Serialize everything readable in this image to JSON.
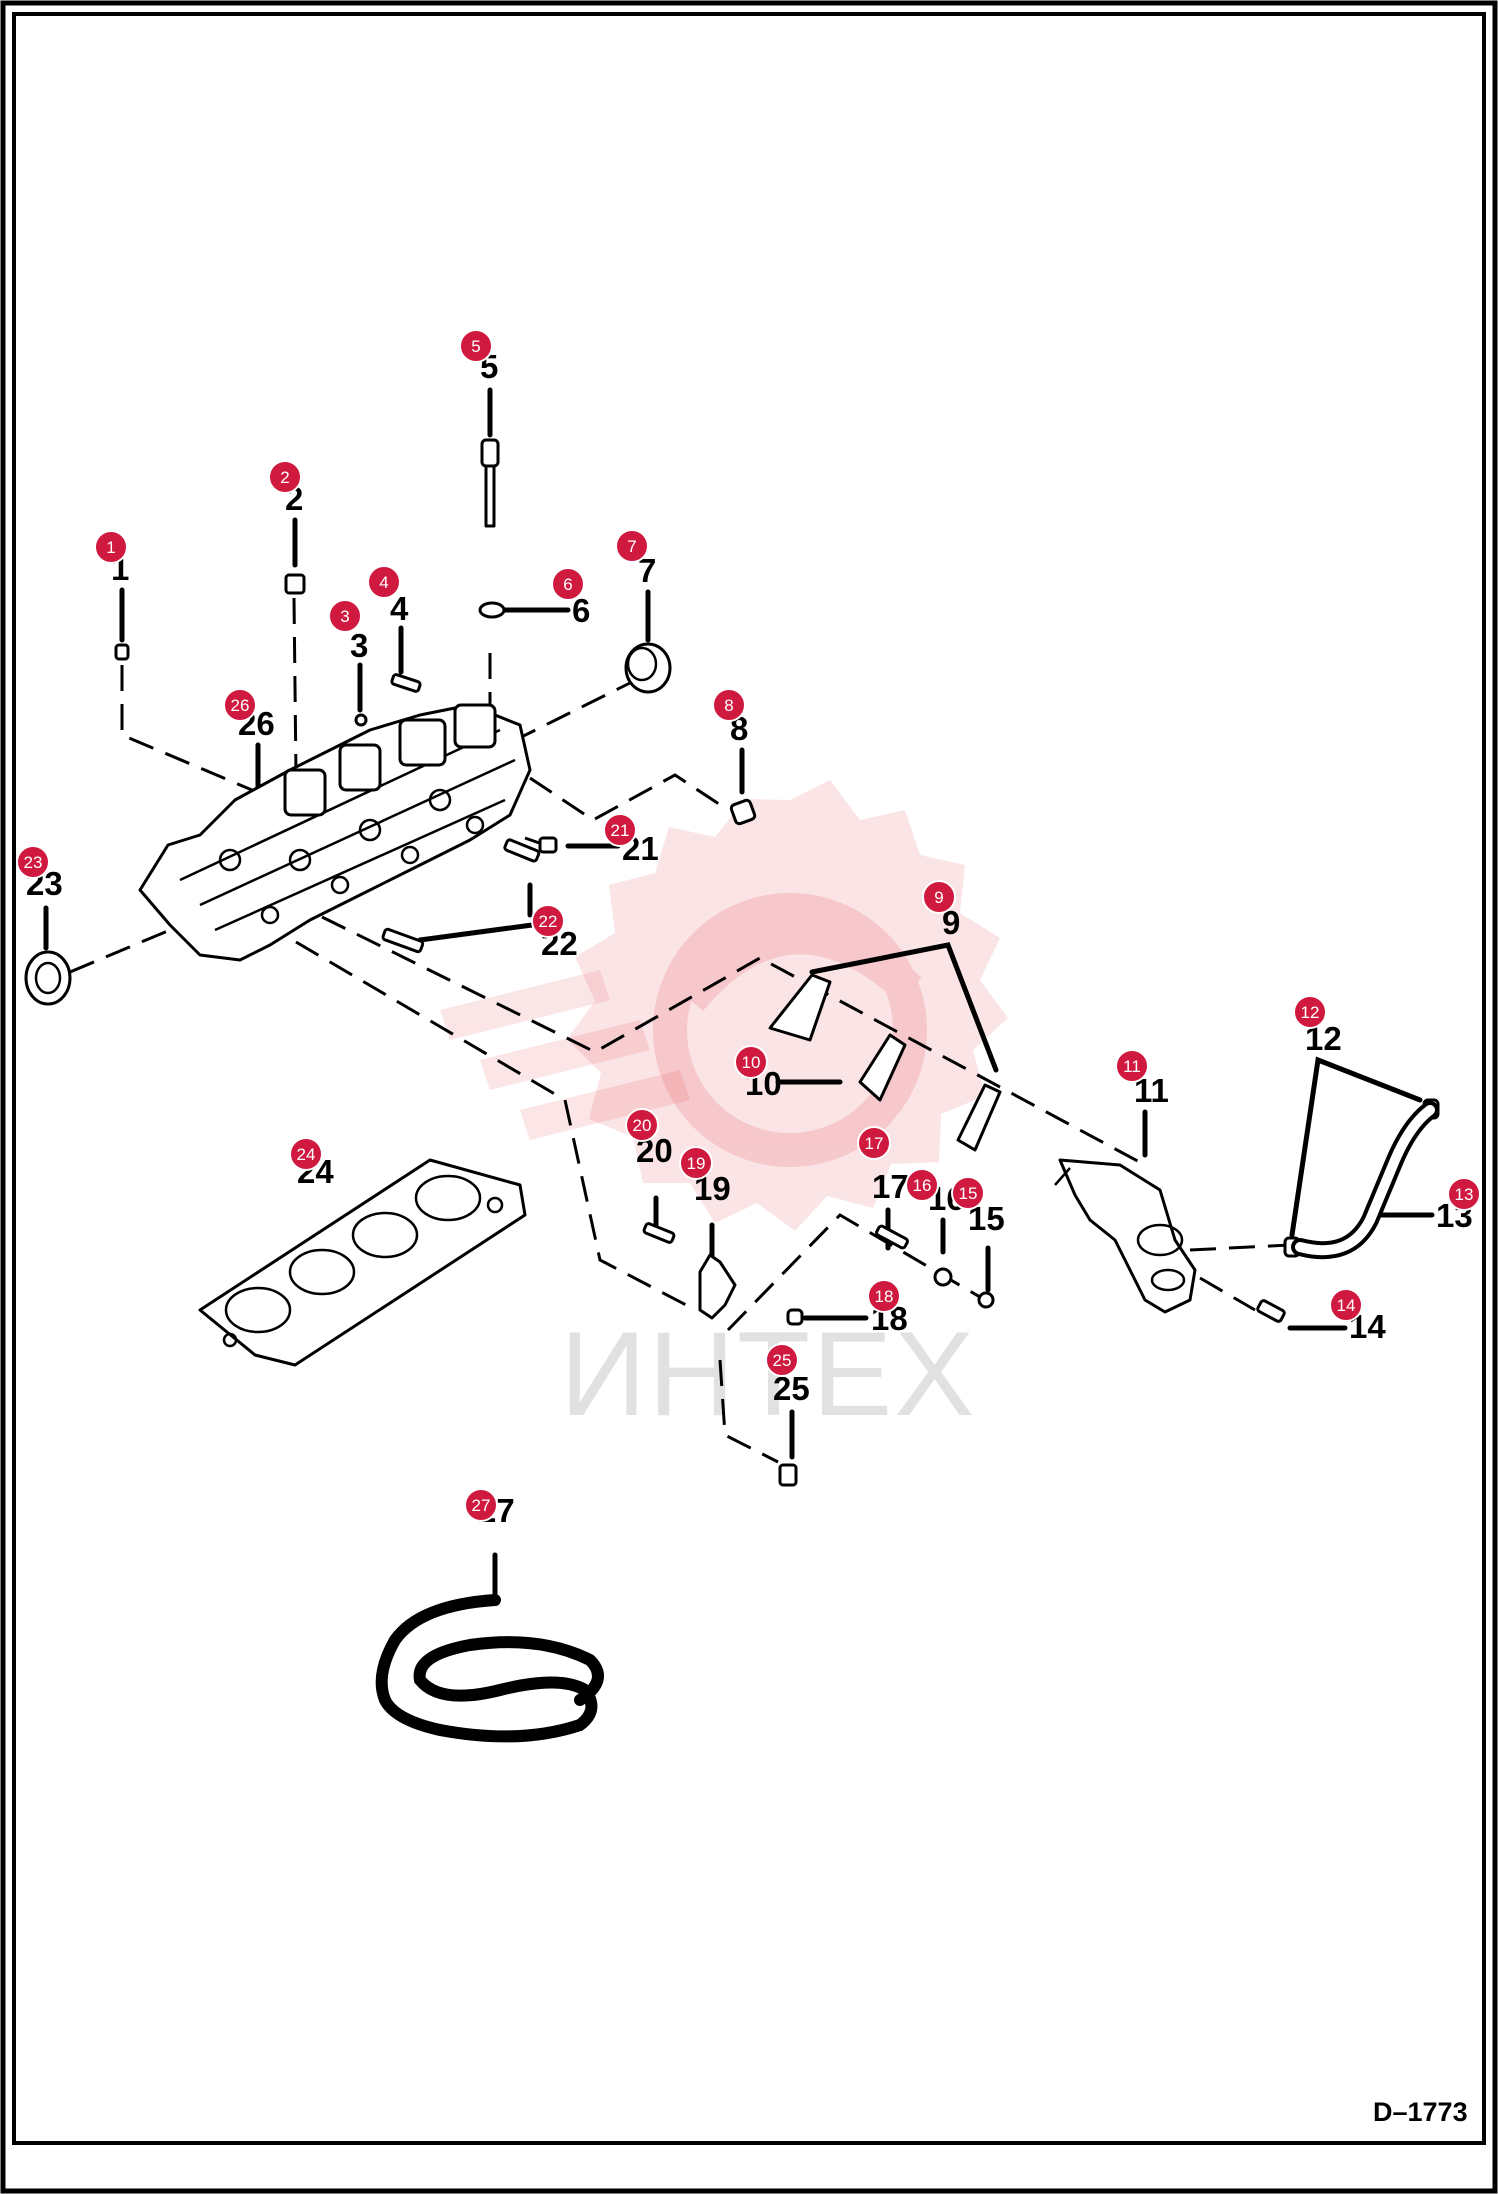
{
  "drawing_code": "D–1773",
  "watermark": "ИНТЕХ",
  "callouts": [
    {
      "id": "1",
      "label": "1",
      "badge": "1"
    },
    {
      "id": "2",
      "label": "2",
      "badge": "2"
    },
    {
      "id": "3",
      "label": "3",
      "badge": "3"
    },
    {
      "id": "4",
      "label": "4",
      "badge": "4"
    },
    {
      "id": "5",
      "label": "5",
      "badge": "5"
    },
    {
      "id": "6",
      "label": "6",
      "badge": "6"
    },
    {
      "id": "7",
      "label": "7",
      "badge": "7"
    },
    {
      "id": "8",
      "label": "8",
      "badge": "8"
    },
    {
      "id": "9",
      "label": "9",
      "badge": "9"
    },
    {
      "id": "10",
      "label": "10",
      "badge": "10"
    },
    {
      "id": "11",
      "label": "11",
      "badge": "11"
    },
    {
      "id": "12",
      "label": "12",
      "badge": "12"
    },
    {
      "id": "13",
      "label": "13",
      "badge": "13"
    },
    {
      "id": "14",
      "label": "14",
      "badge": "14"
    },
    {
      "id": "15",
      "label": "15",
      "badge": "15"
    },
    {
      "id": "16",
      "label": "16",
      "badge": "16"
    },
    {
      "id": "17",
      "label": "17",
      "badge": "17"
    },
    {
      "id": "18",
      "label": "18",
      "badge": "18"
    },
    {
      "id": "19",
      "label": "19",
      "badge": "19"
    },
    {
      "id": "20",
      "label": "20",
      "badge": "20"
    },
    {
      "id": "21",
      "label": "21",
      "badge": "21"
    },
    {
      "id": "22",
      "label": "22",
      "badge": "22"
    },
    {
      "id": "23",
      "label": "23",
      "badge": "23"
    },
    {
      "id": "24",
      "label": "24",
      "badge": "24"
    },
    {
      "id": "25",
      "label": "25",
      "badge": "25"
    },
    {
      "id": "26",
      "label": "26",
      "badge": "26"
    },
    {
      "id": "27",
      "label": "27",
      "badge": "27"
    }
  ]
}
